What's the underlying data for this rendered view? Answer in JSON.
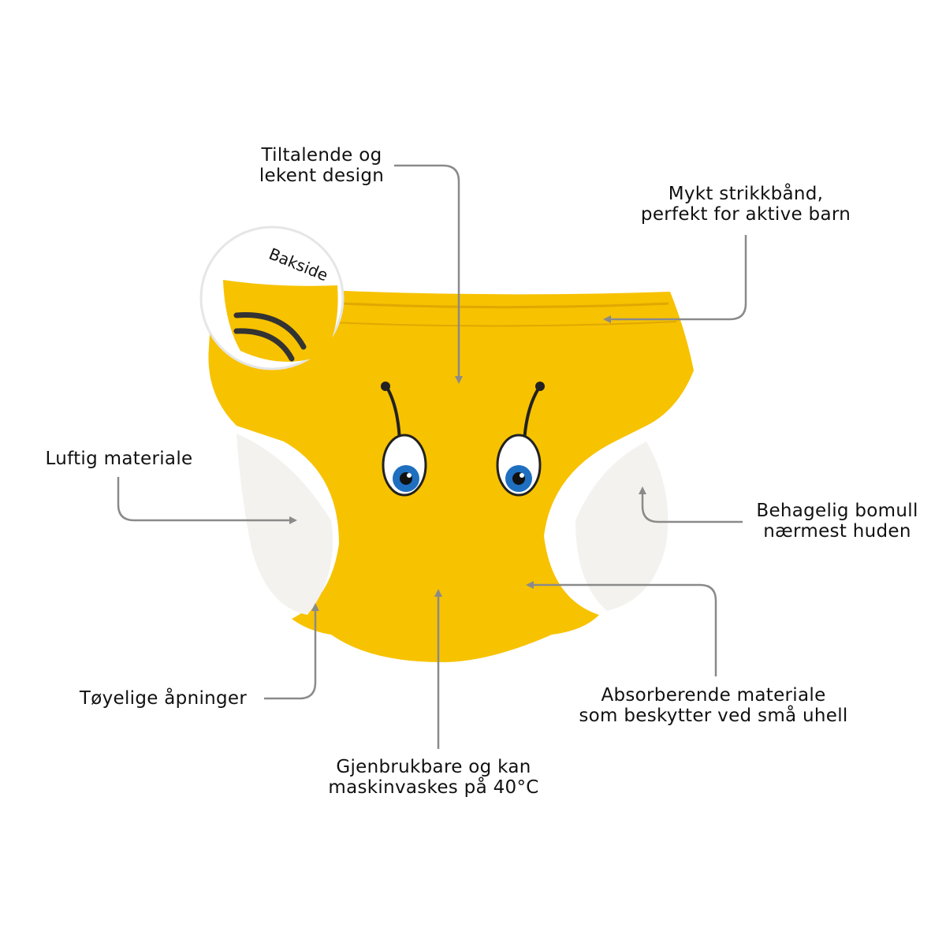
{
  "badge": {
    "label": "Bakside"
  },
  "callouts": {
    "design": [
      "Tiltalende og",
      "lekent design"
    ],
    "waistband": [
      "Mykt strikkbånd,",
      "perfekt for aktive barn"
    ],
    "airy": [
      "Luftig materiale"
    ],
    "cotton": [
      "Behagelig bomull",
      "nærmest huden"
    ],
    "absorbent": [
      "Absorberende materiale",
      "som beskytter ved små uhell"
    ],
    "reusable": [
      "Gjenbrukbare og kan",
      "maskinvaskes på 40°C"
    ],
    "openings": [
      "Tøyelige åpninger"
    ]
  },
  "colors": {
    "yellow": "#F7C200",
    "line": "#8a8a8a",
    "eye_blue": "#1f6fc0"
  }
}
